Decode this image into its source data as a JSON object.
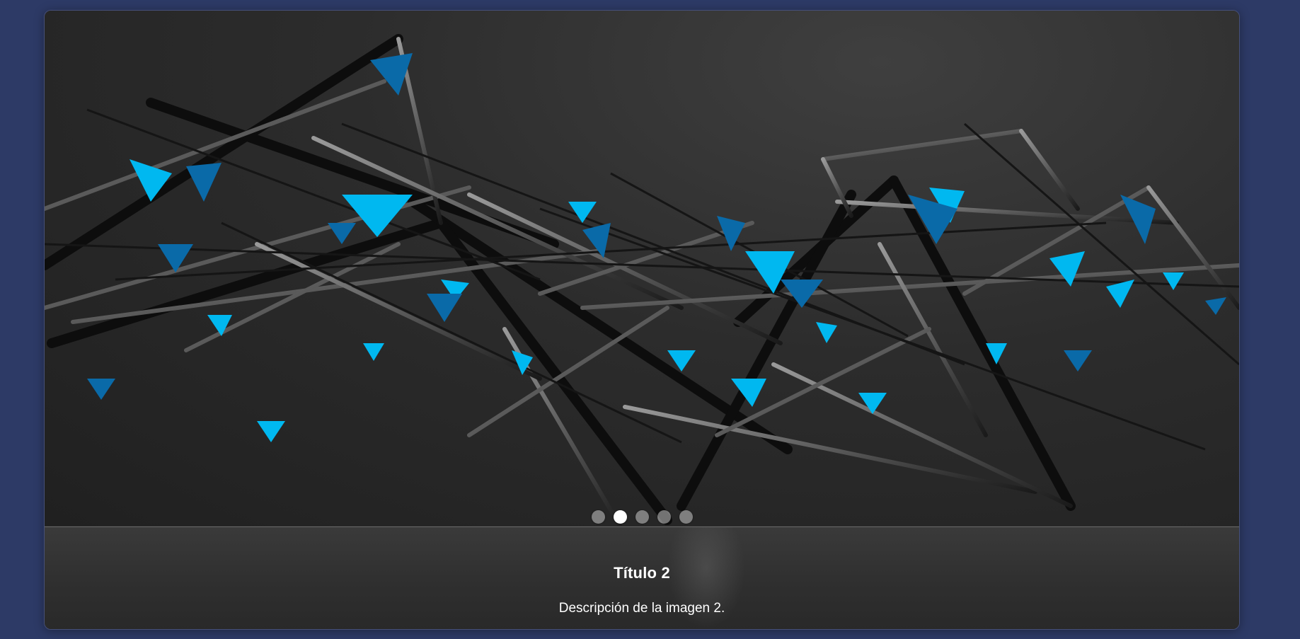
{
  "carousel": {
    "active_index": 1,
    "slide": {
      "title": "Título 2",
      "description": "Descripción de la imagen 2.",
      "image_subject": "3D wireframe structure with blue tetrahedrons"
    },
    "indicators": [
      "1",
      "2",
      "3",
      "4",
      "5"
    ]
  },
  "colors": {
    "background": "#2d3a66",
    "accent_blue": "#00c8ff",
    "indicator_active": "#ffffff"
  }
}
